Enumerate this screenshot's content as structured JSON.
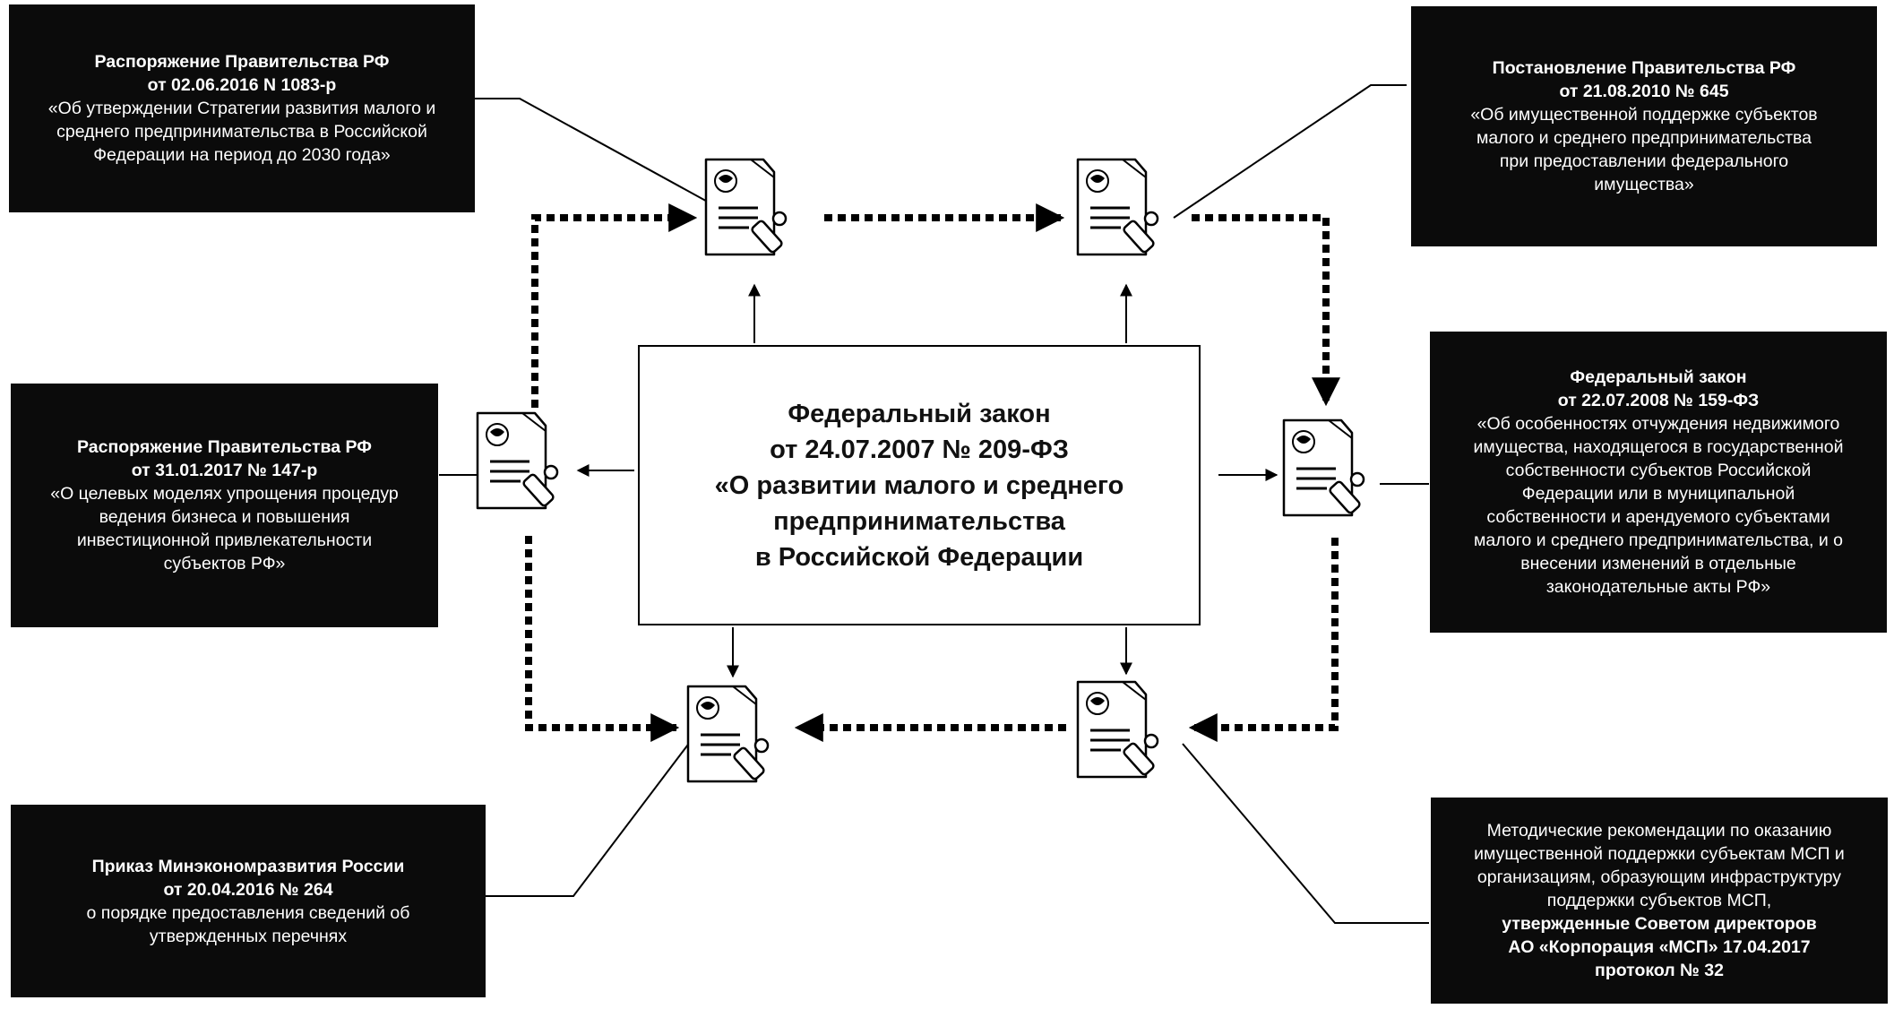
{
  "center": {
    "line1": "Федеральный закон",
    "line2": "от 24.07.2007 № 209-ФЗ",
    "line3": "«О развитии малого и среднего",
    "line4": "предпринимательства",
    "line5": "в Российской Федерации"
  },
  "boxes": {
    "tl": {
      "title1": "Распоряжение Правительства РФ",
      "title2": "от 02.06.2016 N 1083-р",
      "lines": [
        "«Об утверждении Стратегии развития малого и",
        "среднего предпринимательства в Российской",
        "Федерации на период до 2030 года»"
      ]
    },
    "tr": {
      "title1": "Постановление Правительства РФ",
      "title2": "от 21.08.2010 № 645",
      "lines": [
        "«Об имущественной поддержке субъектов",
        "малого и среднего предпринимательства",
        "при предоставлении федерального",
        "имущества»"
      ]
    },
    "ml": {
      "title1": "Распоряжение Правительства РФ",
      "title2": "от 31.01.2017 № 147-р",
      "lines": [
        "«О целевых моделях упрощения процедур",
        "ведения бизнеса и повышения",
        "инвестиционной привлекательности",
        "субъектов РФ»"
      ]
    },
    "mr": {
      "title1": "Федеральный закон",
      "title2": "от 22.07.2008 № 159-ФЗ",
      "lines": [
        "«Об особенностях отчуждения недвижимого",
        "имущества, находящегося в государственной",
        "собственности субъектов Российской",
        "Федерации или в муниципальной",
        "собственности и арендуемого субъектами",
        "малого и среднего предпринимательства, и о",
        "внесении изменений в отдельные",
        "законодательные акты РФ»"
      ]
    },
    "bl": {
      "title1": "Приказ Минэкономразвития России",
      "title2": "от 20.04.2016 № 264",
      "lines": [
        "о порядке предоставления сведений об",
        "утвержденных перечнях"
      ]
    },
    "br": {
      "lines": [
        "Методические рекомендации по оказанию",
        "имущественной поддержки субъектам МСП и",
        "организациям, образующим инфраструктуру",
        "поддержки субъектов МСП,"
      ],
      "title1": "утвержденные Советом директоров",
      "title2": "АО «Корпорация «МСП» 17.04.2017",
      "title3": "протокол № 32"
    }
  },
  "icons": [
    "document-seal-icon"
  ]
}
